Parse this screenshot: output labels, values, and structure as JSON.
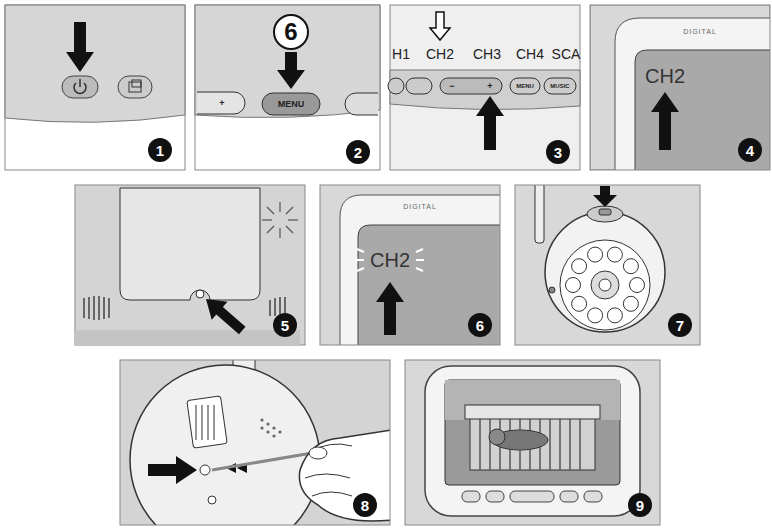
{
  "diagram": {
    "labels": [
      "1",
      "6",
      "+",
      "MENU",
      "2",
      "H1",
      "CH2",
      "CH3",
      "CH4",
      "SCA",
      "−",
      "+",
      "MENU",
      "MUSIC",
      "3",
      "DIGITAL",
      "CH2",
      "4",
      "5",
      "DIGITAL",
      "CH2",
      "6",
      "7",
      "8",
      "9"
    ]
  }
}
